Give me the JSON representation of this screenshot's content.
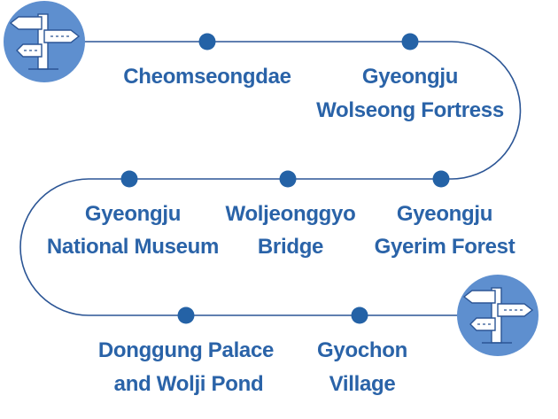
{
  "route": {
    "stops": [
      {
        "id": "cheomseongdae",
        "lines": [
          "Cheomseongdae"
        ]
      },
      {
        "id": "wolseong",
        "lines": [
          "Gyeongju",
          "Wolseong Fortress"
        ]
      },
      {
        "id": "gyerim",
        "lines": [
          "Gyeongju",
          "Gyerim Forest"
        ]
      },
      {
        "id": "woljeonggyo",
        "lines": [
          "Woljeonggyo",
          "Bridge"
        ]
      },
      {
        "id": "museum",
        "lines": [
          "Gyeongju",
          "National Museum"
        ]
      },
      {
        "id": "donggung",
        "lines": [
          "Donggung Palace",
          "and Wolji Pond"
        ]
      },
      {
        "id": "gyochon",
        "lines": [
          "Gyochon",
          "Village"
        ]
      }
    ],
    "icons": {
      "start": "signpost-icon",
      "end": "signpost-icon"
    },
    "colors": {
      "line": "#2b5595",
      "dot": "#2462a6",
      "label": "#2a63a8",
      "badge": "#5e8fcf",
      "sign": "#ffffff",
      "sign_stroke": "#2b5595"
    }
  }
}
